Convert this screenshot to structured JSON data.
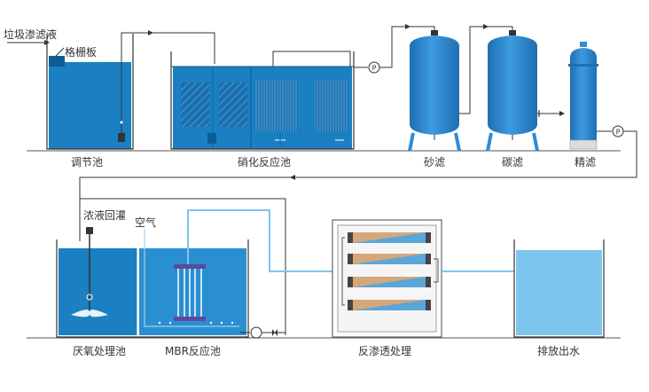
{
  "labels": {
    "leachate_inlet": "垃圾渗滤液",
    "bar_screen": "格栅板",
    "equalization_tank": "调节池",
    "nitrification_tank": "硝化反应池",
    "sand_filter": "砂滤",
    "carbon_filter": "碳滤",
    "fine_filter": "精滤",
    "concentrate_return": "浓液回灌",
    "air": "空气",
    "anaerobic_tank": "厌氧处理池",
    "mbr_tank": "MBR反应池",
    "reverse_osmosis": "反渗透处理",
    "discharge": "排放出水"
  },
  "pump_symbol": "P",
  "colors": {
    "water_dark": "#1b80c2",
    "water_mid": "#2a8fd0",
    "water_light": "#7ec5ee",
    "vessel": "#2f8cd6",
    "vessel_dark": "#1f6fb2",
    "pipe": "#333333",
    "pipe_light": "#66b7e4",
    "membrane_tan": "#d6a77a",
    "membrane_blue": "#5aa6d8"
  }
}
